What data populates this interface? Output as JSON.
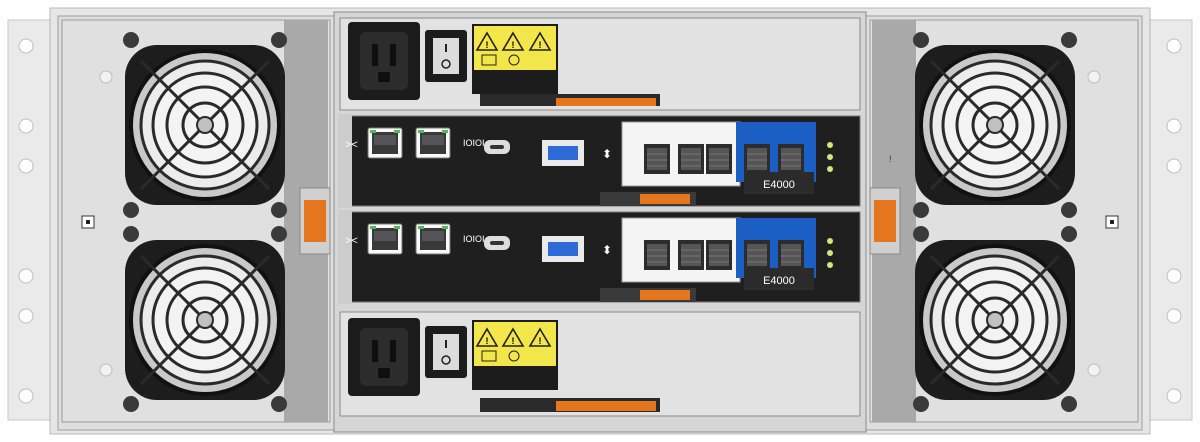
{
  "controllers": [
    {
      "model": "E4000",
      "port_labels": {
        "usb": "⬍",
        "ioioi": "IOIOI"
      }
    },
    {
      "model": "E4000",
      "port_labels": {
        "usb": "⬍",
        "ioioi": "IOIOI"
      }
    }
  ],
  "colors": {
    "chassis": "#e4e4e4",
    "panel": "#d0d0d0",
    "controller": "#1f1f1f",
    "accent_orange": "#e5761d",
    "hic_blue": "#1b5fc5",
    "warning_yellow": "#f2e64a",
    "usb_blue": "#2f6bd8"
  },
  "icons": {
    "fans": [
      "fan-icon",
      "fan-icon",
      "fan-icon",
      "fan-icon"
    ],
    "power": [
      "power-inlet-icon",
      "power-switch-icon",
      "warning-icon"
    ],
    "controller": [
      "ethernet-port-icon",
      "serial-port-icon",
      "usb-port-icon",
      "sfp-port-icon",
      "latch-icon"
    ]
  }
}
